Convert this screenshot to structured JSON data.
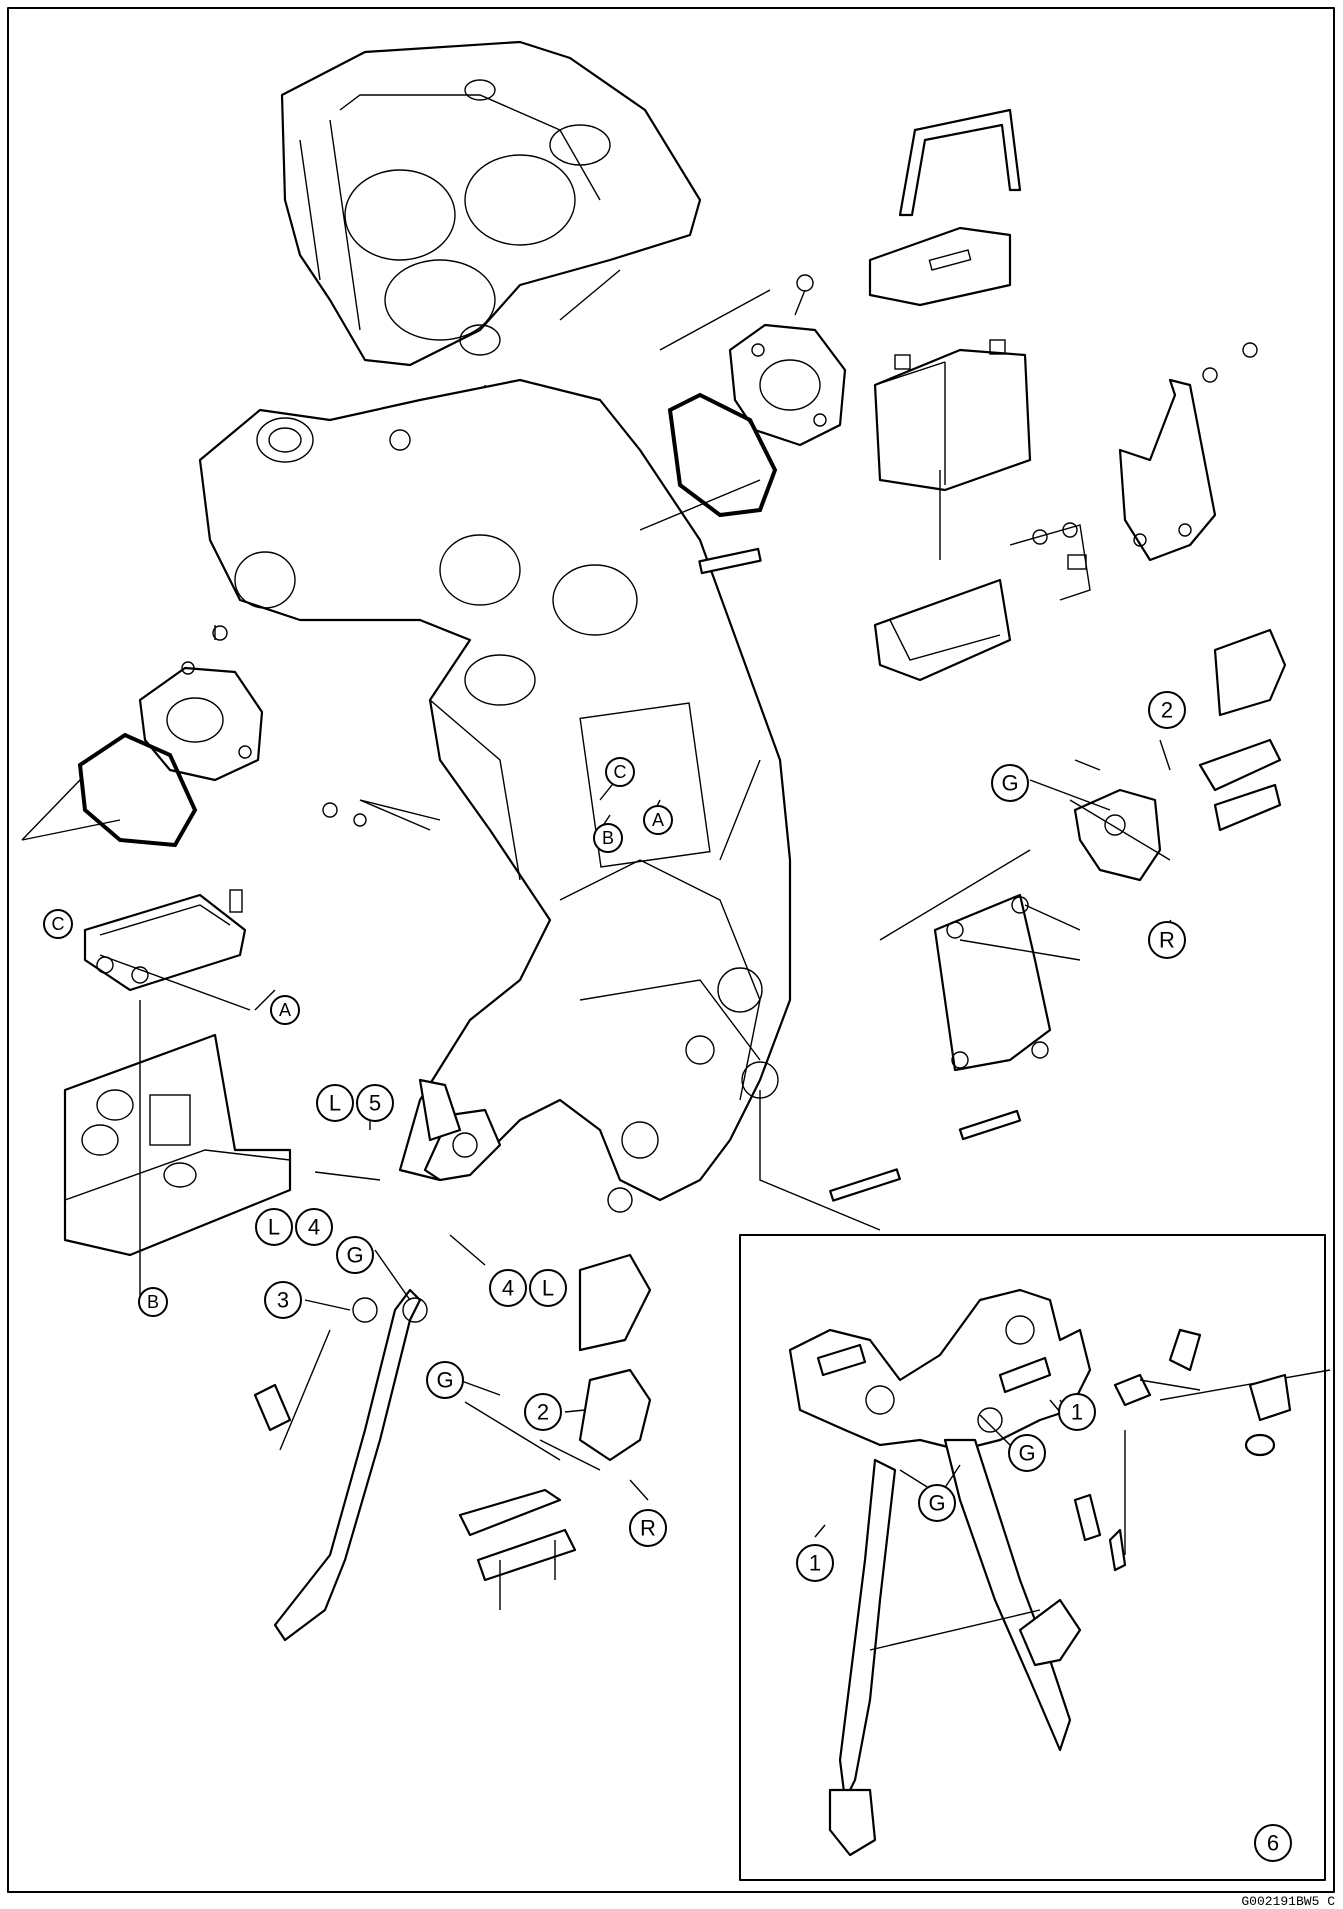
{
  "diagram_code": "G002191BW5  C",
  "callouts": [
    {
      "id": "c-2a",
      "label": "2"
    },
    {
      "id": "c-G1",
      "label": "G"
    },
    {
      "id": "c-R1",
      "label": "R"
    },
    {
      "id": "c-C1",
      "label": "C"
    },
    {
      "id": "c-A1",
      "label": "A"
    },
    {
      "id": "c-B1",
      "label": "B"
    },
    {
      "id": "c-C2",
      "label": "C"
    },
    {
      "id": "c-A2",
      "label": "A"
    },
    {
      "id": "c-B2",
      "label": "B"
    },
    {
      "id": "c-L1",
      "label": "L"
    },
    {
      "id": "c-5",
      "label": "5"
    },
    {
      "id": "c-L2",
      "label": "L"
    },
    {
      "id": "c-4a",
      "label": "4"
    },
    {
      "id": "c-G2",
      "label": "G"
    },
    {
      "id": "c-3",
      "label": "3"
    },
    {
      "id": "c-4b",
      "label": "4"
    },
    {
      "id": "c-L3",
      "label": "L"
    },
    {
      "id": "c-2b",
      "label": "2"
    },
    {
      "id": "c-G3",
      "label": "G"
    },
    {
      "id": "c-R2",
      "label": "R"
    },
    {
      "id": "c-1a",
      "label": "1"
    },
    {
      "id": "c-G4",
      "label": "G"
    },
    {
      "id": "c-G5",
      "label": "G"
    },
    {
      "id": "c-1b",
      "label": "1"
    },
    {
      "id": "c-6",
      "label": "6"
    }
  ]
}
